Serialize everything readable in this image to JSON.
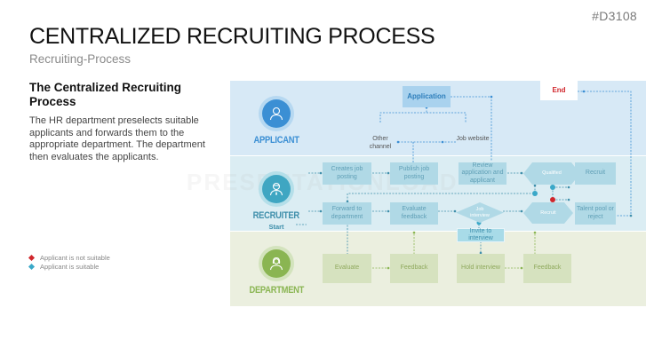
{
  "header": {
    "code": "#D3108",
    "title": "CENTRALIZED RECRUITING PROCESS",
    "subtitle": "Recruiting-Process"
  },
  "intro": {
    "heading": "The Centralized Recruiting Process",
    "body": "The HR department preselects suitable applicants and forwards them to the appropriate department. The department then evaluates the applicants."
  },
  "legend": [
    {
      "label": "Applicant is not suitable",
      "color": "#d0262c"
    },
    {
      "label": "Applicant is suitable",
      "color": "#3aa8c8"
    }
  ],
  "watermark": "PRESENTATIONLOAD",
  "colors": {
    "applicant": "#3b8fd4",
    "recruiter": "#3fa6c2",
    "department": "#8ab552",
    "not_suitable": "#d0262c",
    "suitable": "#3aa8c8"
  },
  "lanes": {
    "applicant": {
      "role": "APPLICANT",
      "icon": "person-icon",
      "nodes": {
        "application": "Application",
        "end": "End",
        "other_channel": "Other channel",
        "job_website": "Job website"
      }
    },
    "recruiter": {
      "role": "RECRUITER",
      "start": "Start",
      "icon": "businessman-icon",
      "nodes": {
        "creates_job_posting": "Creates job posting",
        "publish_job_posting": "Publish job posting",
        "review_application": "Review application and applicant",
        "qualified": "Qualified",
        "recruit_box": "Recruit",
        "forward_to_department": "Forward to department",
        "evaluate_feedback": "Evaluate feedback",
        "job_interview": "Job interview",
        "recruit_decision": "Recruit",
        "talent_pool": "Talent pool or reject",
        "invite_to_interview": "Invite to interview"
      }
    },
    "department": {
      "role": "DEPARTMENT",
      "icon": "woman-icon",
      "nodes": {
        "evaluate": "Evaluate",
        "feedback_1": "Feedback",
        "hold_interview": "Hold interview",
        "feedback_2": "Feedback"
      }
    }
  }
}
